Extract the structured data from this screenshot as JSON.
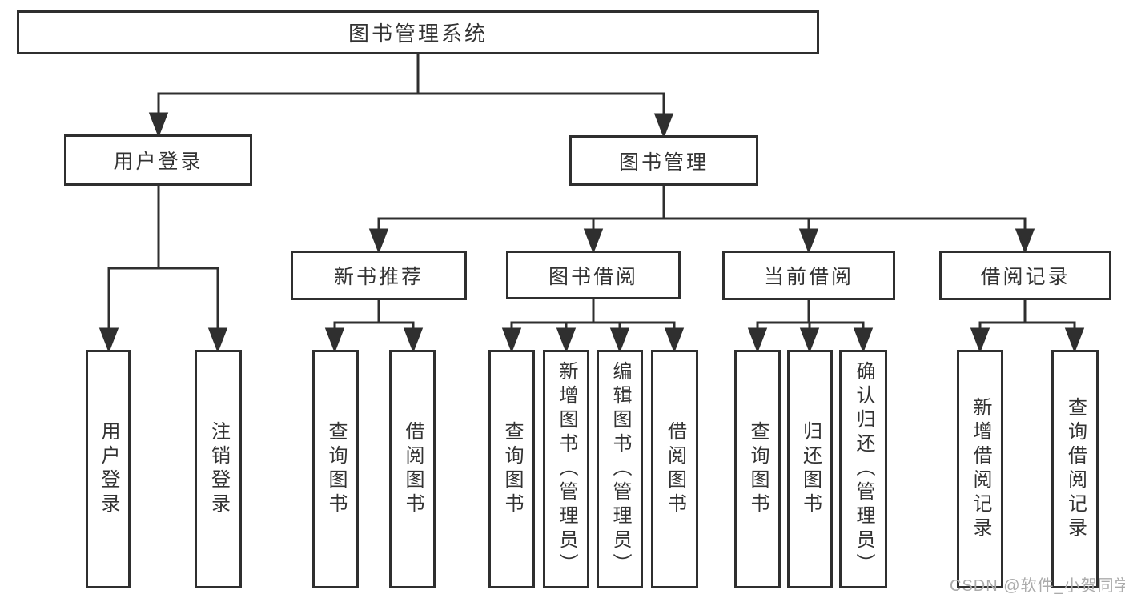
{
  "diagram_title": "图书管理系统",
  "nodes": {
    "root": "图书管理系统",
    "user_login": "用户登录",
    "book_mgmt": "图书管理",
    "new_book_rec": "新书推荐",
    "book_borrow": "图书借阅",
    "current_borrow": "当前借阅",
    "borrow_records": "借阅记录",
    "leaf_user_login": "用户登录",
    "leaf_logout": "注销登录",
    "leaf_nbr_query": "查询图书",
    "leaf_nbr_borrow": "借阅图书",
    "leaf_bb_query": "查询图书",
    "leaf_bb_add": "新增图书（管理员）",
    "leaf_bb_edit": "编辑图书（管理员）",
    "leaf_bb_borrow": "借阅图书",
    "leaf_cb_query": "查询图书",
    "leaf_cb_return": "归还图书",
    "leaf_cb_confirm": "确认归还（管理员）",
    "leaf_br_add": "新增借阅记录",
    "leaf_br_query": "查询借阅记录"
  },
  "hierarchy": {
    "root": {
      "user_login": [
        "leaf_user_login",
        "leaf_logout"
      ],
      "book_mgmt": {
        "new_book_rec": [
          "leaf_nbr_query",
          "leaf_nbr_borrow"
        ],
        "book_borrow": [
          "leaf_bb_query",
          "leaf_bb_add",
          "leaf_bb_edit",
          "leaf_bb_borrow"
        ],
        "current_borrow": [
          "leaf_cb_query",
          "leaf_cb_return",
          "leaf_cb_confirm"
        ],
        "borrow_records": [
          "leaf_br_add",
          "leaf_br_query"
        ]
      }
    }
  },
  "watermark": "CSDN @软件_小贺同学",
  "colors": {
    "line": "#2f2f2f",
    "text": "#333333",
    "watermark": "#ababab",
    "background": "#ffffff"
  }
}
